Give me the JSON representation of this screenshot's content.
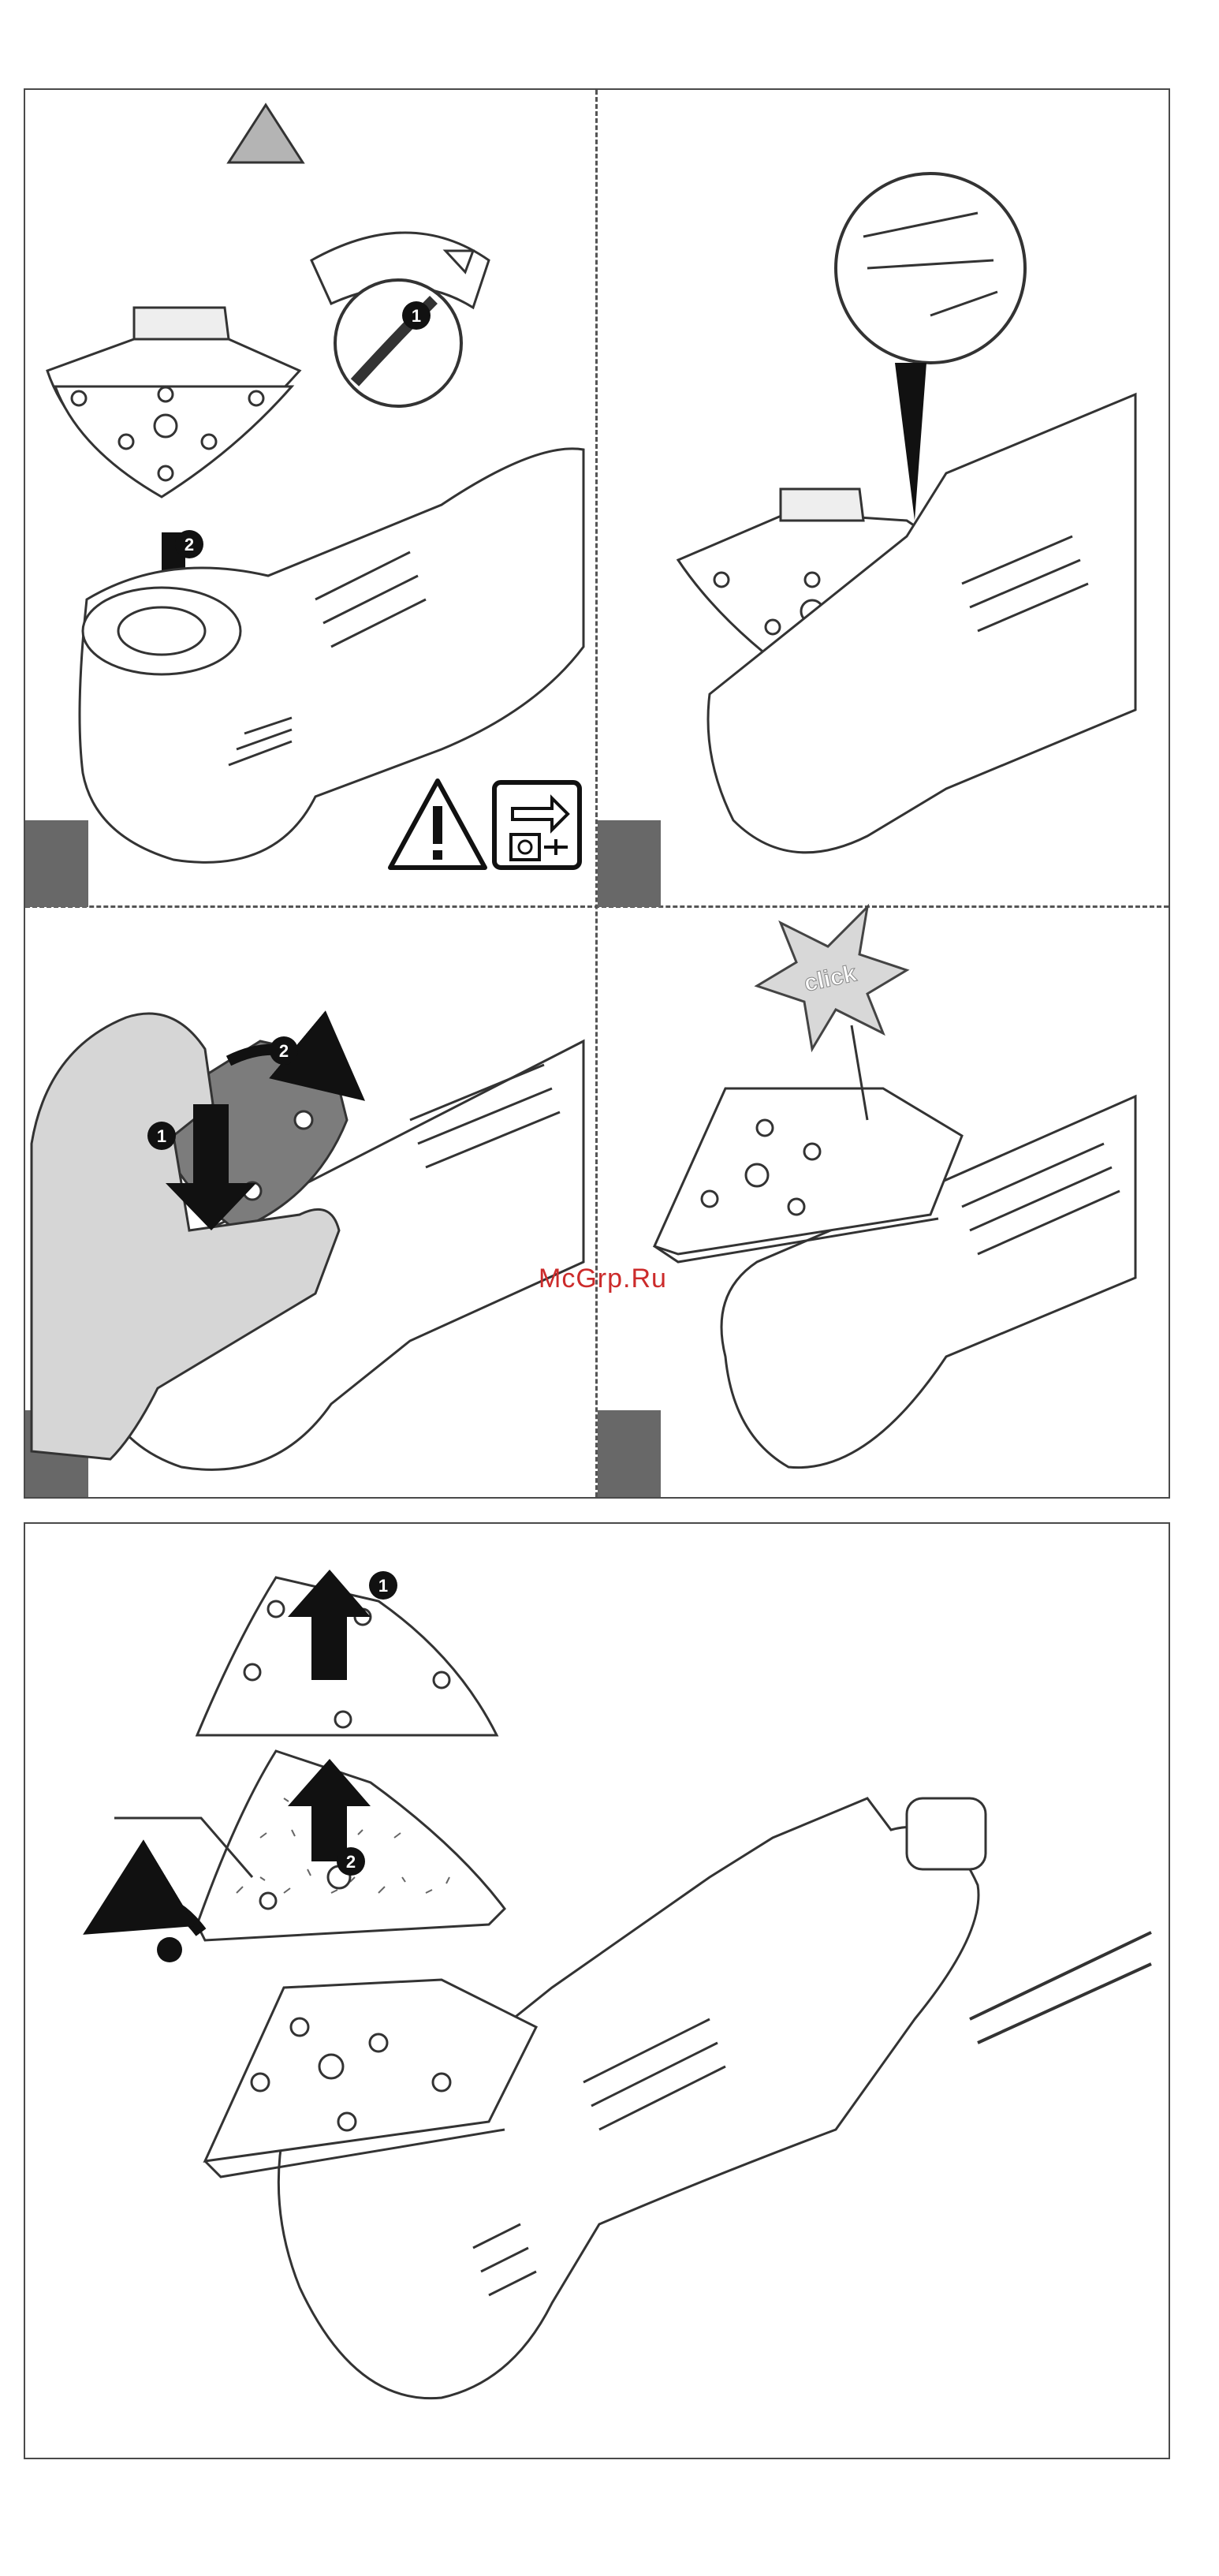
{
  "markers": {
    "step1": "1",
    "step2": "2"
  },
  "click_label": "click",
  "watermark": "McGrp.Ru",
  "colors": {
    "frame": "#4a4a4a",
    "gray_tab": "#686868",
    "hand": "#d6d6d6",
    "pad_dark": "#7c7c7c",
    "watermark": "#cc2b2b",
    "triangle_badge": "#b4b4b4"
  },
  "icons": [
    "triangle-badge-icon",
    "warning-icon",
    "unplug-icon",
    "arrow-down-icon",
    "arrow-up-icon",
    "click-burst-icon"
  ]
}
